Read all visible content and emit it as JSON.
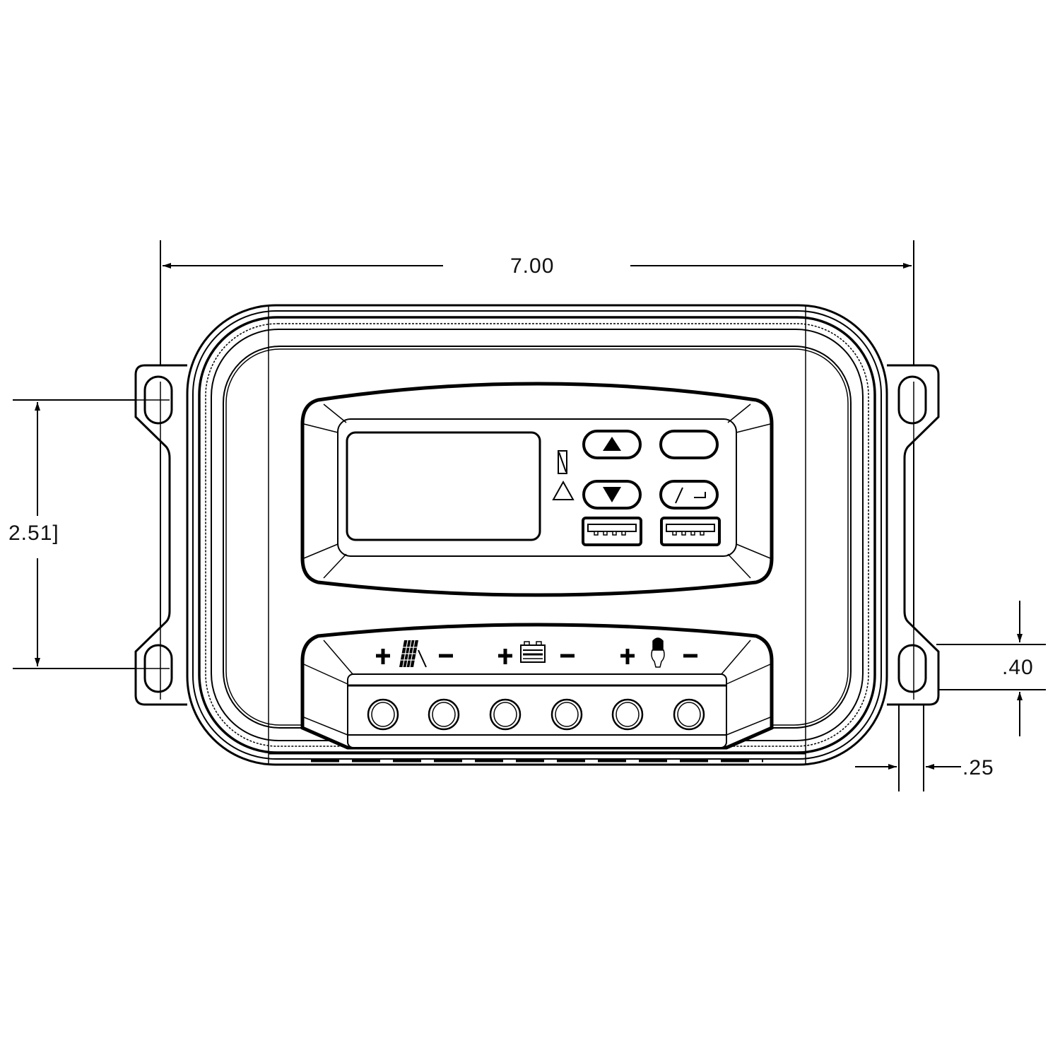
{
  "drawing": {
    "title": "Solar charge controller front view with dimensions",
    "units": "inches",
    "line_color": "#000000",
    "background_color": "#ffffff"
  },
  "dimensions": {
    "overall_width": "7.00",
    "mounting_hole_spacing_vertical": "2.51]",
    "mounting_tab_height": ".40",
    "mounting_tab_width": ".25"
  },
  "front_panel": {
    "display": {
      "type": "LCD screen",
      "content": ""
    },
    "indicators": [
      {
        "name": "status-indicator",
        "icon": "slashed-rectangle-icon"
      },
      {
        "name": "warning-indicator",
        "icon": "triangle-outline-icon"
      }
    ],
    "buttons": [
      {
        "name": "up-button",
        "icon": "up-triangle-icon"
      },
      {
        "name": "menu-button",
        "icon": ""
      },
      {
        "name": "down-button",
        "icon": "down-triangle-icon"
      },
      {
        "name": "enter-button",
        "icon": "slash-enter-icon"
      }
    ],
    "usb_ports": [
      {
        "name": "usb-port-1"
      },
      {
        "name": "usb-port-2"
      }
    ]
  },
  "terminal_block": {
    "groups": [
      {
        "label": "solar",
        "icon": "solar-panel-icon",
        "plus": "+",
        "minus": "−"
      },
      {
        "label": "battery",
        "icon": "battery-icon",
        "plus": "+",
        "minus": "−"
      },
      {
        "label": "load",
        "icon": "light-bulb-icon",
        "plus": "+",
        "minus": "−"
      }
    ],
    "terminal_count": 6
  }
}
